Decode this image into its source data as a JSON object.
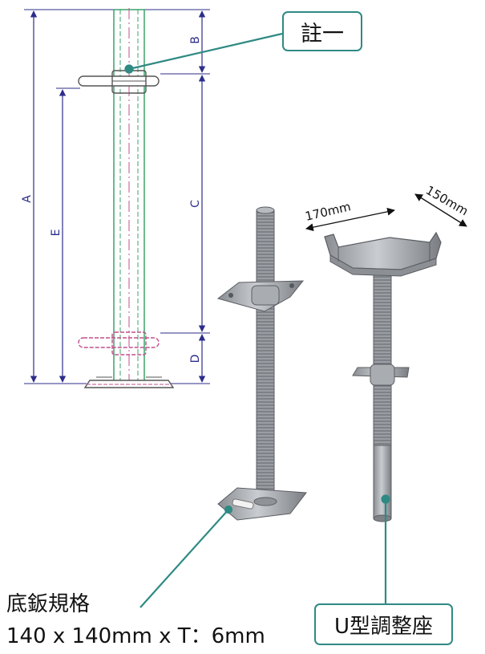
{
  "dimension_labels": {
    "a": "A",
    "b": "B",
    "c": "C",
    "d": "D",
    "e": "E"
  },
  "callouts": {
    "note": "註一",
    "u_jack": "U型調整座"
  },
  "caption": {
    "title": "底鈑規格",
    "spec": "140 x 140mm x T：6mm"
  },
  "u_head_dims": {
    "width": "170mm",
    "depth": "150mm"
  },
  "colors": {
    "dimension": "#2d2d8a",
    "callout": "#2f8a83",
    "pipe_outline": "#3aa36a",
    "plate_outline": "#c0508a"
  }
}
